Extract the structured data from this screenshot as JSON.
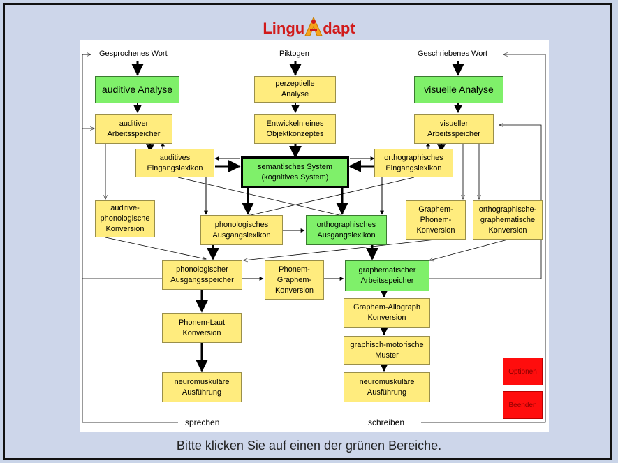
{
  "logo": {
    "text_left": "Lingu",
    "text_right": "dapt",
    "mark_letter": "A"
  },
  "diagram": {
    "top_labels": {
      "spoken": "Gesprochenes Wort",
      "pictogram": "Piktogen",
      "written": "Geschriebenes Wort"
    },
    "bottom_labels": {
      "speak": "sprechen",
      "write": "schreiben"
    },
    "boxes": {
      "auditive_analyse": "auditive Analyse",
      "perzeptielle_analyse": "perzeptielle\nAnalyse",
      "visuelle_analyse": "visuelle Analyse",
      "auditiver_arbeitsspeicher": "auditiver\nArbeitsspeicher",
      "objektkonzept": "Entwickeln eines\nObjektkonzeptes",
      "visueller_arbeitsspeicher": "visueller\nArbeitsspeicher",
      "auditives_eingangslexikon": "auditives\nEingangslexikon",
      "semantisches_system": "semantisches System\n(kognitives System)",
      "orthographisches_eingangslexikon": "orthographisches\nEingangslexikon",
      "auditiv_phonologische_konversion": "auditive-\nphonologische\nKonversion",
      "phonologisches_ausgangslexikon": "phonologisches\nAusgangslexikon",
      "orthographisches_ausgangslexikon": "orthographisches\nAusgangslexikon",
      "graphem_phonem_konversion": "Graphem-\nPhonem-\nKonversion",
      "orthographisch_graphematische_konversion": "orthographische-\ngraphematische\nKonversion",
      "phonologischer_ausgangsspeicher": "phonologischer\nAusgangsspeicher",
      "phonem_graphem_konversion": "Phonem-\nGraphem-\nKonversion",
      "graphematischer_arbeitsspeicher": "graphematischer\nArbeitsspeicher",
      "graphem_allograph_konversion": "Graphem-Allograph\nKonversion",
      "phonem_laut_konversion": "Phonem-Laut\nKonversion",
      "graphisch_motorische_muster": "graphisch-motorische\nMuster",
      "neuromuskulaere_ausfuehrung_links": "neuromuskuläre\nAusführung",
      "neuromuskulaere_ausfuehrung_rechts": "neuromuskuläre\nAusführung"
    }
  },
  "buttons": {
    "options": "Optionen",
    "quit": "Beenden"
  },
  "hint": "Bitte klicken Sie auf einen der grünen Bereiche.",
  "colors": {
    "green": "#7ff06a",
    "yellow": "#ffec7e",
    "button_red": "#ff0d0d",
    "logo_red": "#d11a1a",
    "logo_orange": "#f5a21a"
  }
}
